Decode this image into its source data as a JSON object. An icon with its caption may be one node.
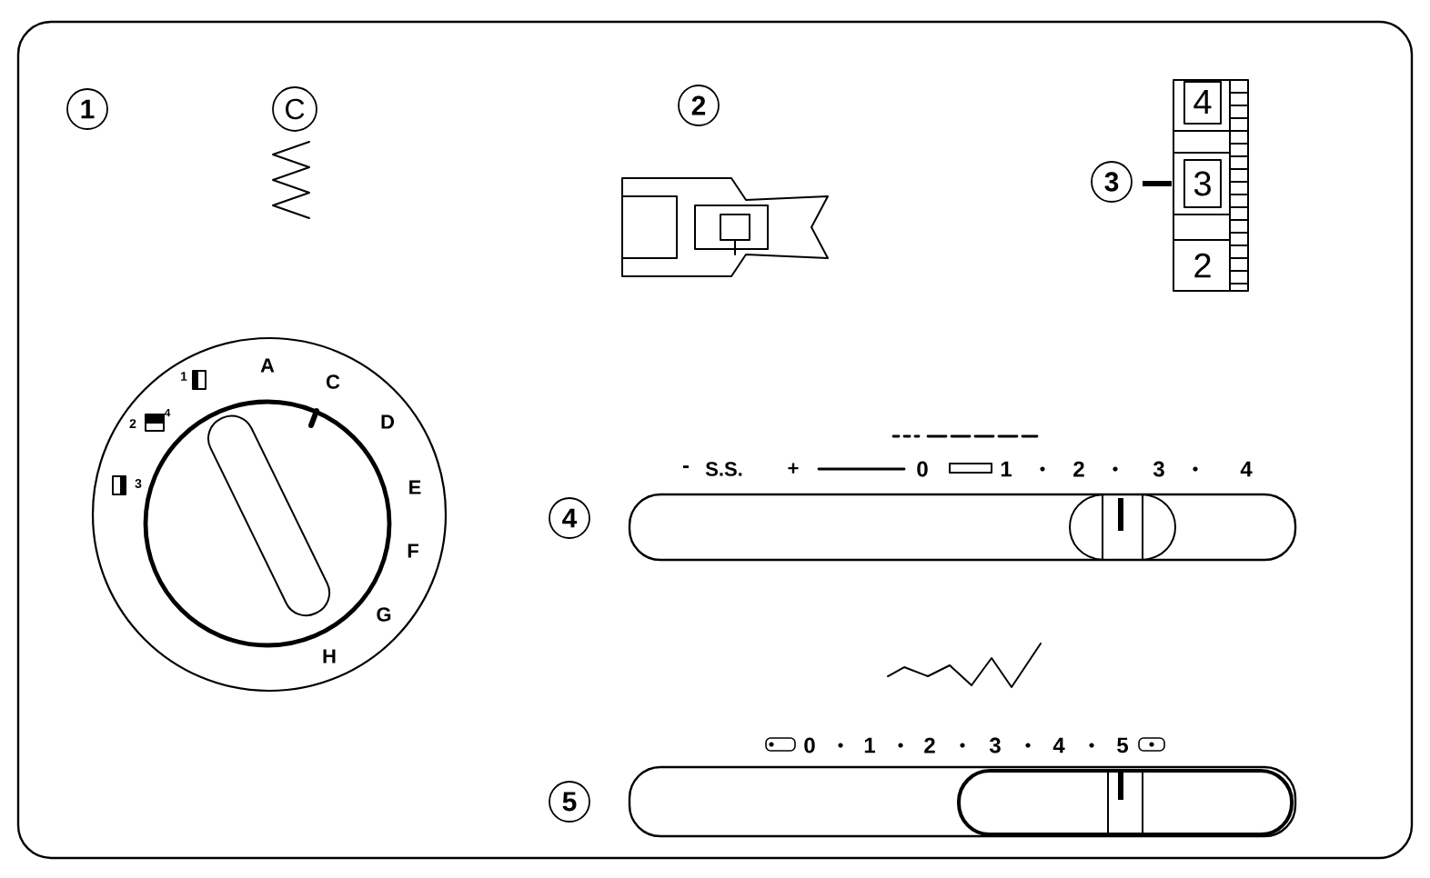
{
  "diagram": {
    "nodes": [
      {
        "text": [
          "1"
        ]
      },
      {
        "text": [
          "C"
        ]
      },
      {
        "text": [
          "2"
        ]
      },
      {
        "text": [
          "3"
        ]
      },
      {
        "text": [
          "4"
        ]
      },
      {
        "text": [
          "5"
        ]
      }
    ],
    "labels": [
      "4",
      "3",
      "2",
      "1",
      "A",
      "C",
      "2",
      "4",
      "D",
      "3",
      "E",
      "F",
      "G",
      "H",
      "-",
      "S.S.",
      "+",
      "0",
      "1",
      "2",
      "3",
      "4",
      "0",
      "1",
      "2",
      "3",
      "4",
      "5"
    ]
  }
}
